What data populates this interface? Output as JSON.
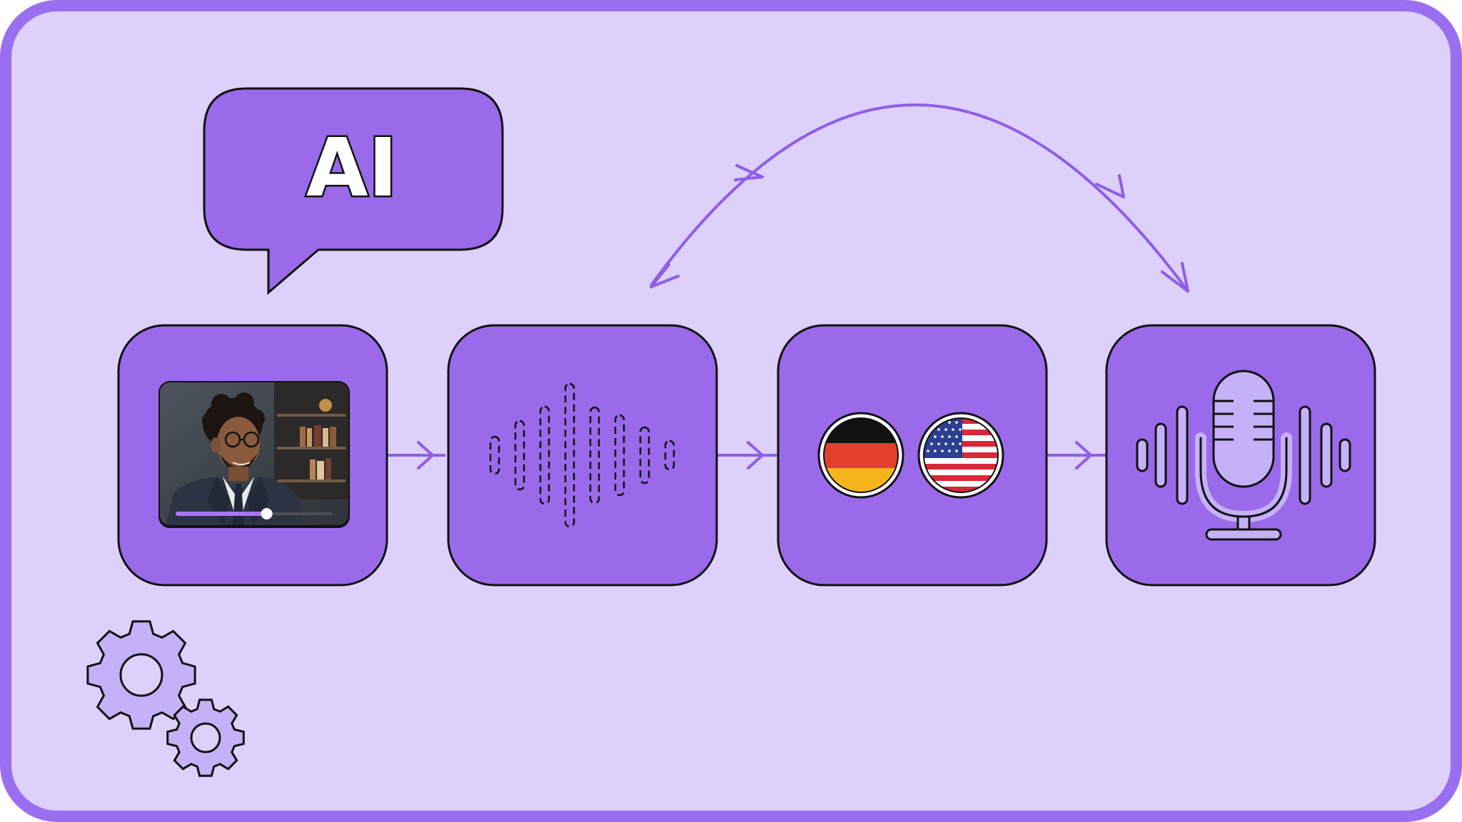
{
  "bubble": {
    "label": "AI"
  },
  "colors": {
    "frame_fill": "#ddd0fb",
    "frame_stroke": "#9a6ef0",
    "card_fill": "#9a6aea",
    "outline": "#111111",
    "arrow": "#8e5ee6",
    "light_icon": "#c5b1f7",
    "progress_track": "#4e4e57",
    "progress_fill": "#a875ff"
  },
  "video": {
    "progress": 0.58
  },
  "steps": [
    {
      "name": "video-step",
      "icon": "video-player-icon"
    },
    {
      "name": "audio-step",
      "icon": "audio-waveform-icon"
    },
    {
      "name": "translation-step",
      "icon": "language-flags-icon",
      "flags": [
        "germany-flag-icon",
        "usa-flag-icon"
      ]
    },
    {
      "name": "voice-step",
      "icon": "microphone-icon"
    }
  ],
  "decor": {
    "icon": "gears-icon"
  }
}
